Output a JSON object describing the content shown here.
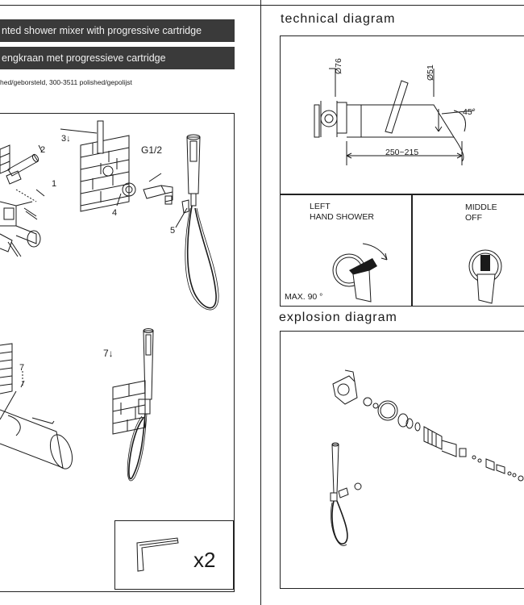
{
  "left": {
    "title_en": "nted shower mixer with progressive cartridge",
    "title_nl": "engkraan met progressieve cartridge",
    "finishes": "hed/geborsteld, 300-3511 polished/gepolijst",
    "steps": [
      "2",
      "1",
      "3↓",
      "G1/2",
      "4",
      "5",
      "7",
      "7↓"
    ],
    "count": "x2"
  },
  "technical": {
    "heading": "technical  diagram",
    "dim_76": "Ø76",
    "dim_51": "Ø51",
    "angle": "45°",
    "length": "250~215",
    "left_label_1": "LEFT",
    "left_label_2": "HAND SHOWER",
    "middle_label_1": "MIDDLE",
    "middle_label_2": "OFF",
    "max_label": "MAX. 90  °"
  },
  "explosion": {
    "heading": "explosion   diagram"
  }
}
